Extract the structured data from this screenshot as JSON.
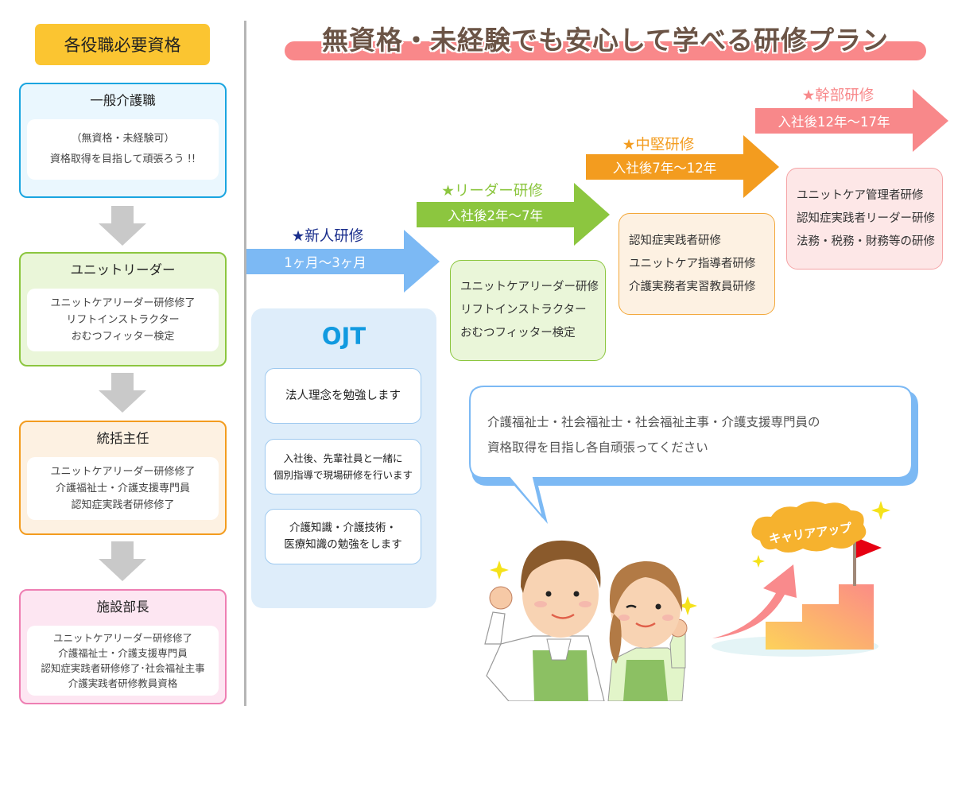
{
  "left_panel": {
    "title": "各役職必要資格",
    "roles": [
      {
        "title": "一般介護職",
        "lines": [
          "（無資格・未経験可）",
          "資格取得を目指して頑張ろう !!"
        ],
        "color": "#1aa5e0"
      },
      {
        "title": "ユニットリーダー",
        "lines": [
          "ユニットケアリーダー研修修了",
          "リフトインストラクター",
          "おむつフィッター検定"
        ],
        "color": "#8cc63f"
      },
      {
        "title": "統括主任",
        "lines": [
          "ユニットケアリーダー研修修了",
          "介護福祉士・介護支援専門員",
          "認知症実践者研修修了"
        ],
        "color": "#f39c1f"
      },
      {
        "title": "施設部長",
        "lines": [
          "ユニットケアリーダー研修修了",
          "介護福祉士・介護支援専門員",
          "認知症実践者研修修了･社会福祉主事",
          "介護実践者研修教員資格"
        ],
        "color": "#ee7fb3"
      }
    ],
    "arrow_icon": "down-arrow-icon"
  },
  "headline": "無資格・未経験でも安心して学べる研修プラン",
  "stages": [
    {
      "label": "★新人研修",
      "period": "1ヶ月〜3ヶ月",
      "color": "#7cb9f4",
      "label_color": "#1a2e8c"
    },
    {
      "label": "★リーダー研修",
      "period": "入社後2年〜7年",
      "color": "#8cc63f",
      "label_color": "#8cc63f",
      "courses": [
        "ユニットケアリーダー研修",
        "リフトインストラクター",
        "おむつフィッター検定"
      ]
    },
    {
      "label": "★中堅研修",
      "period": "入社後7年〜12年",
      "color": "#f39c1f",
      "label_color": "#f39c1f",
      "courses": [
        "認知症実践者研修",
        "ユニットケア指導者研修",
        "介護実務者実習教員研修"
      ]
    },
    {
      "label": "★幹部研修",
      "period": "入社後12年〜17年",
      "color": "#f8888a",
      "label_color": "#f8888a",
      "courses": [
        "ユニットケア管理者研修",
        "認知症実践者リーダー研修",
        "法務・税務・財務等の研修"
      ]
    }
  ],
  "ojt": {
    "title": "OJT",
    "items": [
      "法人理念を勉強します",
      "入社後、先輩社員と一緒に\n個別指導で現場研修を行います",
      "介護知識・介護技術・\n医療知識の勉強をします"
    ]
  },
  "speech_bubble": {
    "line1": "介護福祉士・社会福祉士・社会福祉主事・介護支援専門員の",
    "line2": "資格取得を目指し各自頑張ってください"
  },
  "illustration": {
    "career_up_label": "キャリアアップ",
    "people": "two-staff-cheering",
    "flag_icon": "flag-icon",
    "stairs_icon": "stairs-icon"
  }
}
